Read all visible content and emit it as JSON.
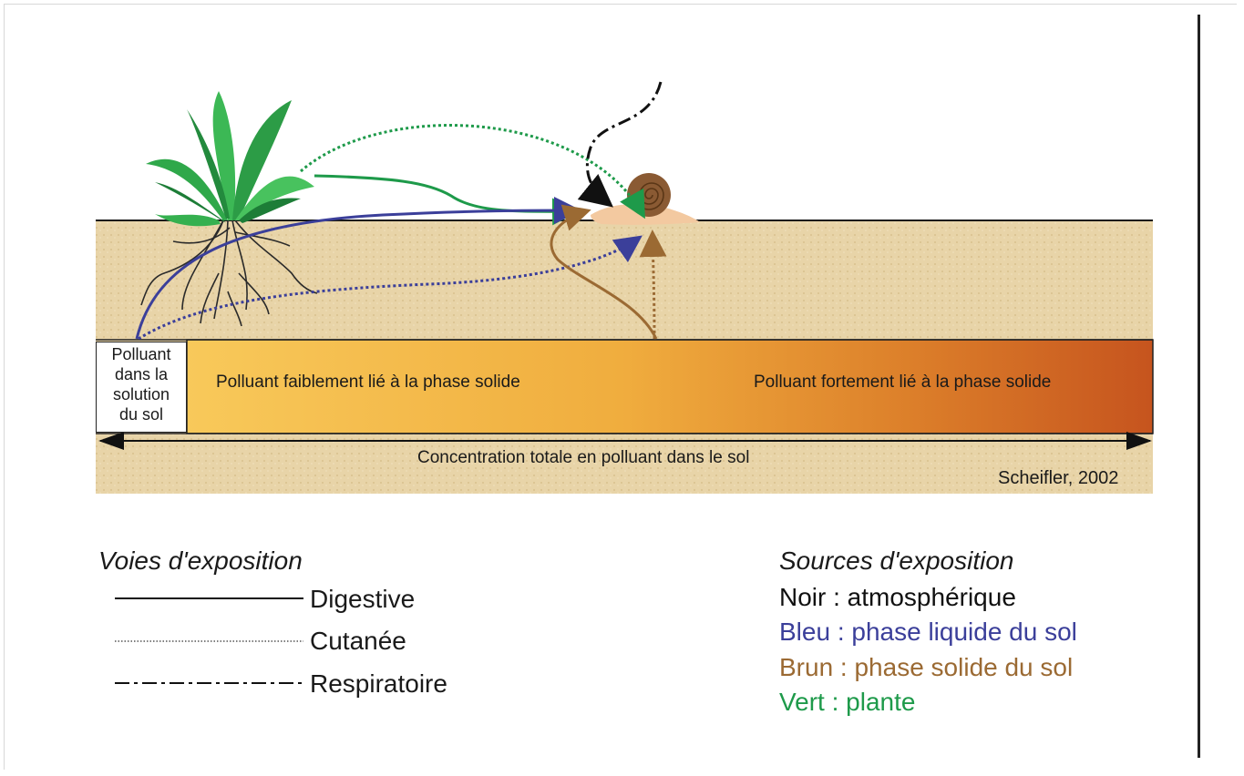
{
  "diagram": {
    "solution_label": [
      "Polluant",
      "dans la",
      "solution",
      "du sol"
    ],
    "weak_label": "Polluant faiblement lié à la phase solide",
    "strong_label": "Polluant fortement lié à la phase solide",
    "concentration_label": "Concentration totale en polluant dans le sol",
    "credit": "Scheifler, 2002"
  },
  "legend_routes": {
    "title": "Voies d'exposition",
    "items": [
      {
        "label": "Digestive",
        "style": "solid"
      },
      {
        "label": "Cutanée",
        "style": "dotted"
      },
      {
        "label": "Respiratoire",
        "style": "dash-dot"
      }
    ]
  },
  "legend_sources": {
    "title": "Sources d'exposition",
    "items": [
      {
        "label": "Noir : atmosphérique",
        "color": "#111111"
      },
      {
        "label": "Bleu : phase liquide du sol",
        "color": "#3b3f9a"
      },
      {
        "label": "Brun : phase solide du sol",
        "color": "#9b6a33"
      },
      {
        "label": "Vert : plante",
        "color": "#1e9a4a"
      }
    ]
  },
  "colors": {
    "soil": "#e7d2a6",
    "gradient_start": "#f7c453",
    "gradient_end": "#c9561d",
    "blue": "#3b3f9a",
    "brown": "#9b6a33",
    "green": "#1e9a4a",
    "black": "#111111"
  }
}
